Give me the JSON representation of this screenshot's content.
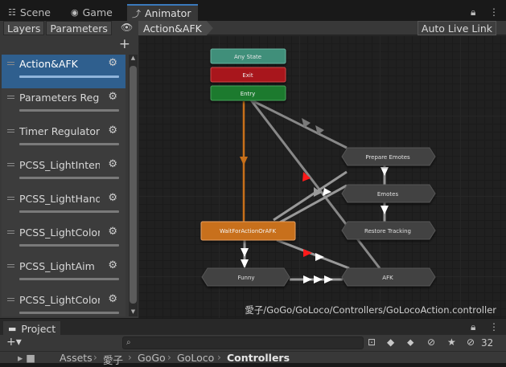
{
  "tabs": {
    "scene": "Scene",
    "game": "Game",
    "animator": "Animator"
  },
  "left_panel": {
    "tabs": [
      "Layers",
      "Parameters"
    ],
    "layers": [
      {
        "label": "Action&AFK"
      },
      {
        "label": "Parameters Regulator"
      },
      {
        "label": "Timer Regulator"
      },
      {
        "label": "PCSS_LightIntensity"
      },
      {
        "label": "PCSS_LightHandle"
      },
      {
        "label": "PCSS_LightColorH"
      },
      {
        "label": "PCSS_LightAim"
      },
      {
        "label": "PCSS_LightColorA"
      }
    ]
  },
  "graph": {
    "breadcrumb": "Action&AFK",
    "live_link": "Auto Live Link",
    "controller_path": "愛子/GoGo/GoLoco/Controllers/GoLocoAction.controller",
    "states": {
      "any_state": "Any State",
      "exit": "Exit",
      "entry": "Entry",
      "prepare_emotes": "Prepare Emotes",
      "emotes": "Emotes",
      "restore_tracking": "Restore Tracking",
      "wait": "WaitForActionOrAFK",
      "funny": "Funny",
      "afk": "AFK"
    },
    "colors": {
      "any_state": "#3f8f7a",
      "exit": "#a8151a",
      "entry": "#1a7a2e",
      "default_state": "#c8701a",
      "state": "#434343",
      "transition": "#9a9a9a",
      "default_transition": "#c8701a",
      "active_arrow": "#ff1a1a"
    }
  },
  "project": {
    "tab": "Project",
    "hidden_count": "32",
    "path": [
      "Assets",
      "愛子",
      "GoGo",
      "GoLoco",
      "Controllers"
    ]
  }
}
